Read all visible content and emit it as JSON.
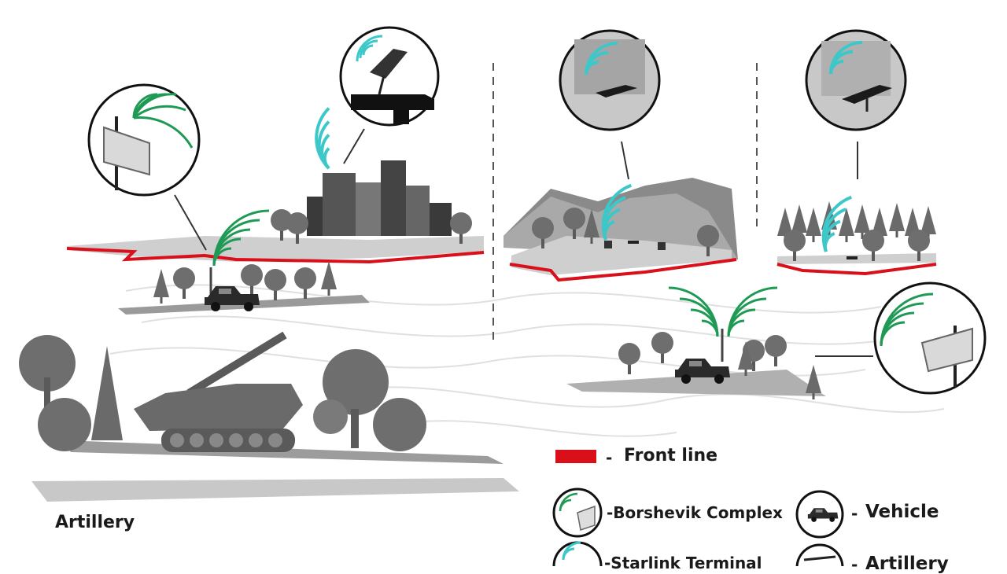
{
  "labels": {
    "artillery_caption": "Artillery"
  },
  "legend": {
    "front_line": "Front line",
    "borshevik": "-Borshevik Complex",
    "vehicle": "Vehicle",
    "starlink": "-Starlink Terminal",
    "artillery": "Artillery",
    "dash": "-"
  },
  "colors": {
    "front_line": "#d9101a",
    "borshevik_signal": "#1f9a55",
    "starlink_signal": "#3cc8c8",
    "silhouette": "#666666",
    "ground": "#cfcfcf",
    "divider": "#555555"
  },
  "icons": [
    "borshevik-antenna-icon",
    "starlink-dish-icon",
    "vehicle-icon",
    "artillery-icon",
    "tree-icon",
    "building-icon"
  ]
}
